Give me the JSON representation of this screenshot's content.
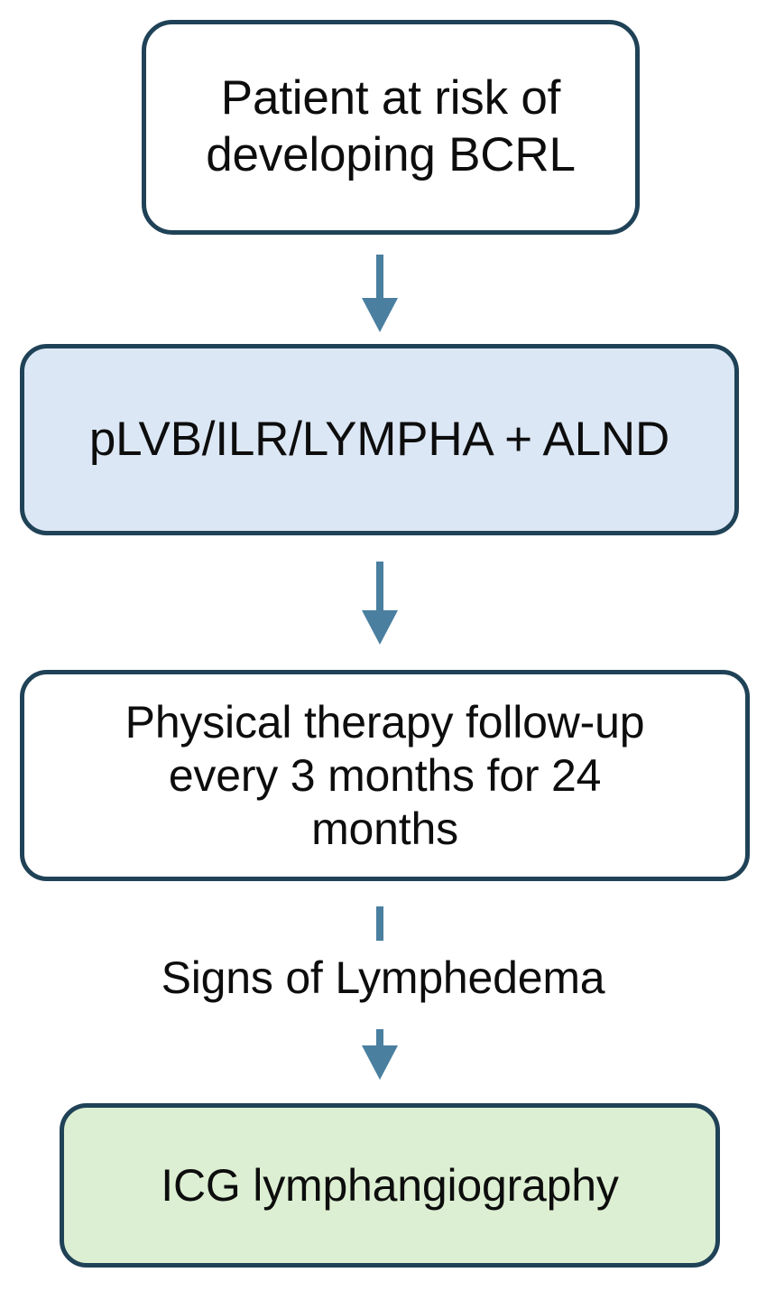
{
  "diagram": {
    "type": "flowchart",
    "orientation": "top-to-bottom",
    "colors": {
      "border": "#1F4257",
      "connector": "#4A7FA0",
      "surgery_fill": "#DCE7F5",
      "icg_fill": "#DCEFD2",
      "default_fill": "#FFFFFF",
      "text": "#0D0D0D"
    },
    "nodes": [
      {
        "id": "risk",
        "label": "Patient at risk of\ndeveloping BCRL",
        "fill": "#FFFFFF"
      },
      {
        "id": "surgery",
        "label": "pLVB/ILR/LYMPHA + ALND",
        "fill": "#DCE7F5"
      },
      {
        "id": "followup",
        "label": "Physical therapy follow-up\nevery 3 months for 24\nmonths",
        "fill": "#FFFFFF"
      },
      {
        "id": "icg",
        "label": "ICG lymphangiography",
        "fill": "#DCEFD2"
      }
    ],
    "edges": [
      {
        "id": "edge-risk-surgery",
        "from": "risk",
        "to": "surgery",
        "label": "",
        "arrowhead": true
      },
      {
        "id": "edge-surgery-followup",
        "from": "surgery",
        "to": "followup",
        "label": "",
        "arrowhead": true
      },
      {
        "id": "edge-followup-icg",
        "from": "followup",
        "to": "icg",
        "label": "Signs of Lymphedema",
        "arrowhead": true
      }
    ]
  }
}
